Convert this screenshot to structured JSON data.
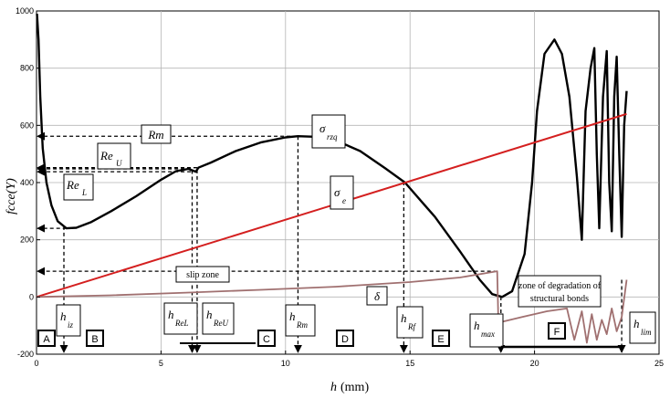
{
  "chart_data": {
    "type": "line",
    "title": "",
    "xlabel": "h",
    "xlabel_unit": "(mm)",
    "ylabel": "fcce(Y)",
    "xlim": [
      0,
      25
    ],
    "ylim": [
      -200,
      1000
    ],
    "xticks": [
      0,
      5,
      10,
      15,
      20,
      25
    ],
    "yticks": [
      -200,
      0,
      200,
      400,
      600,
      800,
      1000
    ],
    "grid": true,
    "colors": {
      "sigma_rzq": "#000000",
      "sigma_e": "#d41f1f",
      "delta": "#a07070",
      "guides": "#000000"
    },
    "series": [
      {
        "symbol": "σ",
        "sub": "rzq",
        "color": "#000000",
        "points": [
          [
            0.02,
            990
          ],
          [
            0.08,
            900
          ],
          [
            0.15,
            700
          ],
          [
            0.25,
            520
          ],
          [
            0.4,
            400
          ],
          [
            0.6,
            320
          ],
          [
            0.85,
            265
          ],
          [
            1.2,
            240
          ],
          [
            1.6,
            242
          ],
          [
            2.2,
            262
          ],
          [
            3,
            300
          ],
          [
            4,
            352
          ],
          [
            5,
            410
          ],
          [
            5.6,
            440
          ],
          [
            6.1,
            448
          ],
          [
            6.4,
            438
          ],
          [
            6.5,
            452
          ],
          [
            7,
            470
          ],
          [
            8,
            510
          ],
          [
            9,
            540
          ],
          [
            10,
            558
          ],
          [
            10.5,
            562
          ],
          [
            11.3,
            560
          ],
          [
            12,
            548
          ],
          [
            13,
            510
          ],
          [
            14,
            450
          ],
          [
            14.8,
            400
          ],
          [
            15.5,
            330
          ],
          [
            16,
            280
          ],
          [
            17,
            160
          ],
          [
            17.8,
            60
          ],
          [
            18.3,
            10
          ],
          [
            18.7,
            0
          ],
          [
            19.1,
            20
          ],
          [
            19.6,
            150
          ],
          [
            19.9,
            400
          ],
          [
            20.1,
            650
          ],
          [
            20.4,
            850
          ],
          [
            20.8,
            900
          ],
          [
            21.1,
            850
          ],
          [
            21.4,
            700
          ],
          [
            21.7,
            420
          ],
          [
            21.9,
            200
          ],
          [
            22.05,
            650
          ],
          [
            22.25,
            800
          ],
          [
            22.4,
            870
          ],
          [
            22.5,
            500
          ],
          [
            22.6,
            240
          ],
          [
            22.75,
            700
          ],
          [
            22.9,
            860
          ],
          [
            23.0,
            400
          ],
          [
            23.1,
            230
          ],
          [
            23.2,
            700
          ],
          [
            23.3,
            840
          ],
          [
            23.4,
            500
          ],
          [
            23.5,
            210
          ],
          [
            23.6,
            600
          ],
          [
            23.7,
            720
          ]
        ]
      },
      {
        "symbol": "σ",
        "sub": "e",
        "color": "#d41f1f",
        "points": [
          [
            0,
            0
          ],
          [
            23.7,
            640
          ]
        ]
      },
      {
        "symbol": "δ",
        "sub": "",
        "color": "#a07070",
        "points": [
          [
            0,
            0
          ],
          [
            3,
            6
          ],
          [
            6,
            15
          ],
          [
            9,
            25
          ],
          [
            12,
            36
          ],
          [
            15,
            52
          ],
          [
            17,
            68
          ],
          [
            18.5,
            90
          ],
          [
            18.55,
            -90
          ],
          [
            19.5,
            -70
          ],
          [
            20.5,
            -50
          ],
          [
            21.3,
            -40
          ],
          [
            21.6,
            -150
          ],
          [
            21.9,
            -50
          ],
          [
            22.1,
            -160
          ],
          [
            22.3,
            -60
          ],
          [
            22.5,
            -150
          ],
          [
            22.7,
            -80
          ],
          [
            22.9,
            -130
          ],
          [
            23.1,
            -40
          ],
          [
            23.3,
            -120
          ],
          [
            23.5,
            -70
          ],
          [
            23.7,
            60
          ]
        ]
      }
    ],
    "guides": [
      {
        "name": "Rm",
        "y": 562
      },
      {
        "name": "ReU",
        "y": 452
      },
      {
        "name": "ReL",
        "y": 438
      },
      {
        "name": "ReL2",
        "y": 448
      },
      {
        "name": "low",
        "y": 240
      },
      {
        "name": "slip",
        "y": 90
      }
    ],
    "markers": [
      {
        "name": "h_iz",
        "x": 1.1,
        "sub": "iz"
      },
      {
        "name": "h_ReL",
        "x": 6.25,
        "sub": "ReL"
      },
      {
        "name": "h_ReU",
        "x": 6.45,
        "sub": "ReU"
      },
      {
        "name": "h_Rm",
        "x": 10.5,
        "sub": "Rm"
      },
      {
        "name": "h_Rf",
        "x": 14.75,
        "sub": "Rf"
      },
      {
        "name": "h_max",
        "x": 18.65,
        "sub": "max"
      },
      {
        "name": "h_lim",
        "x": 23.5,
        "sub": "lim"
      }
    ],
    "labels": {
      "Rm": "Rm",
      "Re_U": "Re",
      "Re_U_sub": "U",
      "Re_L": "Re",
      "Re_L_sub": "L",
      "sigma_rzq": "σ",
      "sigma_rzq_sub": "rzq",
      "sigma_e": "σ",
      "sigma_e_sub": "e",
      "delta": "δ",
      "slip": "slip zone",
      "degradation_1": "zone of degradation of",
      "degradation_2": "structural bonds",
      "h": "h"
    },
    "zones": [
      "A",
      "B",
      "C",
      "D",
      "E",
      "F"
    ]
  }
}
